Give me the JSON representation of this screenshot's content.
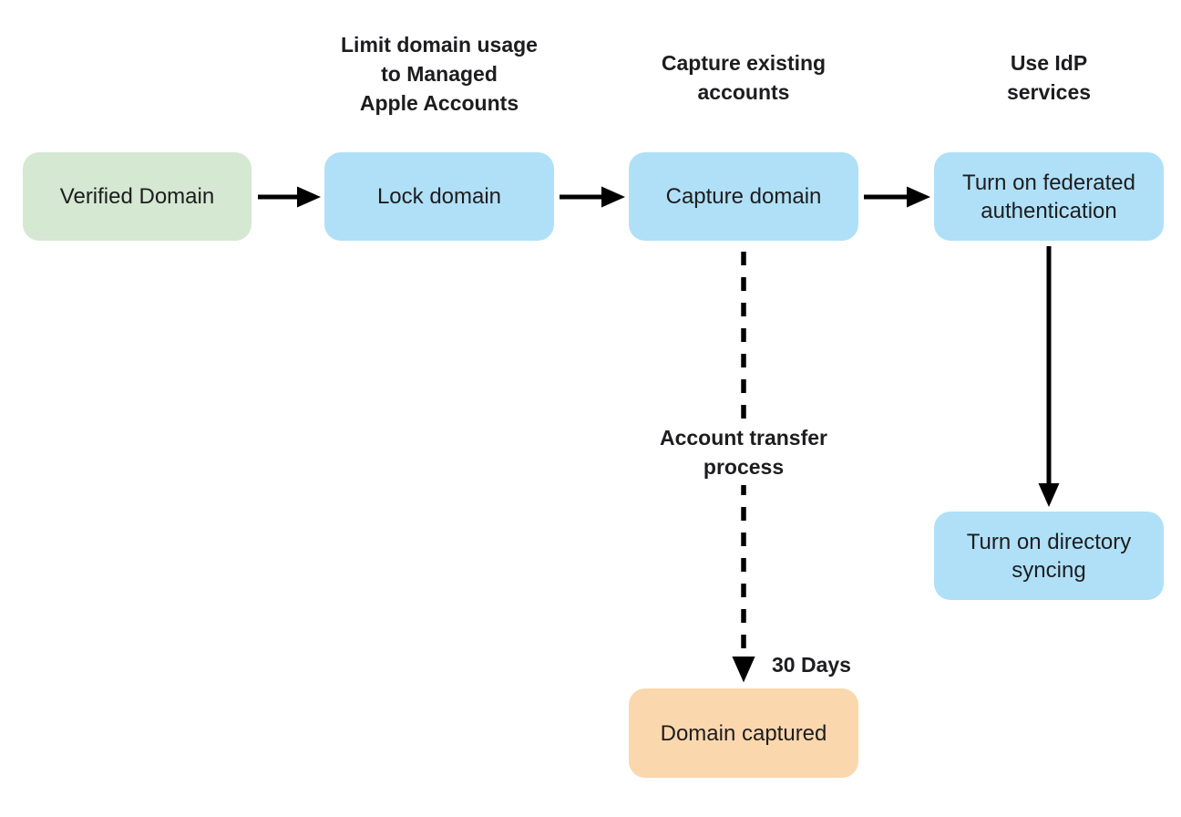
{
  "figure": {
    "background": "#ffffff",
    "text_color": "#1d1d1f",
    "arrow_color": "#000000"
  },
  "nodes": {
    "verified_domain": {
      "label": "Verified Domain",
      "fill": "#d5e8d2"
    },
    "lock_domain": {
      "label": "Lock domain",
      "fill": "#b0e0f7"
    },
    "capture_domain": {
      "label": "Capture domain",
      "fill": "#b0e0f7"
    },
    "federated_authentication": {
      "label": "Turn on federated\nauthentication",
      "fill": "#b0e0f7"
    },
    "directory_syncing": {
      "label": "Turn on directory\nsyncing",
      "fill": "#b0e0f7"
    },
    "domain_captured": {
      "label": "Domain captured",
      "fill": "#fbd7ae"
    }
  },
  "annotations": {
    "lock_domain_note": "Limit domain usage\nto Managed\nApple Accounts",
    "capture_domain_note": "Capture existing\naccounts",
    "idp_note": "Use IdP\nservices",
    "transfer_note": "Account transfer\nprocess",
    "duration_note": "30 Days"
  },
  "edges": [
    {
      "from": "verified_domain",
      "to": "lock_domain",
      "style": "solid"
    },
    {
      "from": "lock_domain",
      "to": "capture_domain",
      "style": "solid"
    },
    {
      "from": "capture_domain",
      "to": "federated_authentication",
      "style": "solid"
    },
    {
      "from": "federated_authentication",
      "to": "directory_syncing",
      "style": "solid"
    },
    {
      "from": "capture_domain",
      "to": "domain_captured",
      "style": "dashed"
    }
  ]
}
